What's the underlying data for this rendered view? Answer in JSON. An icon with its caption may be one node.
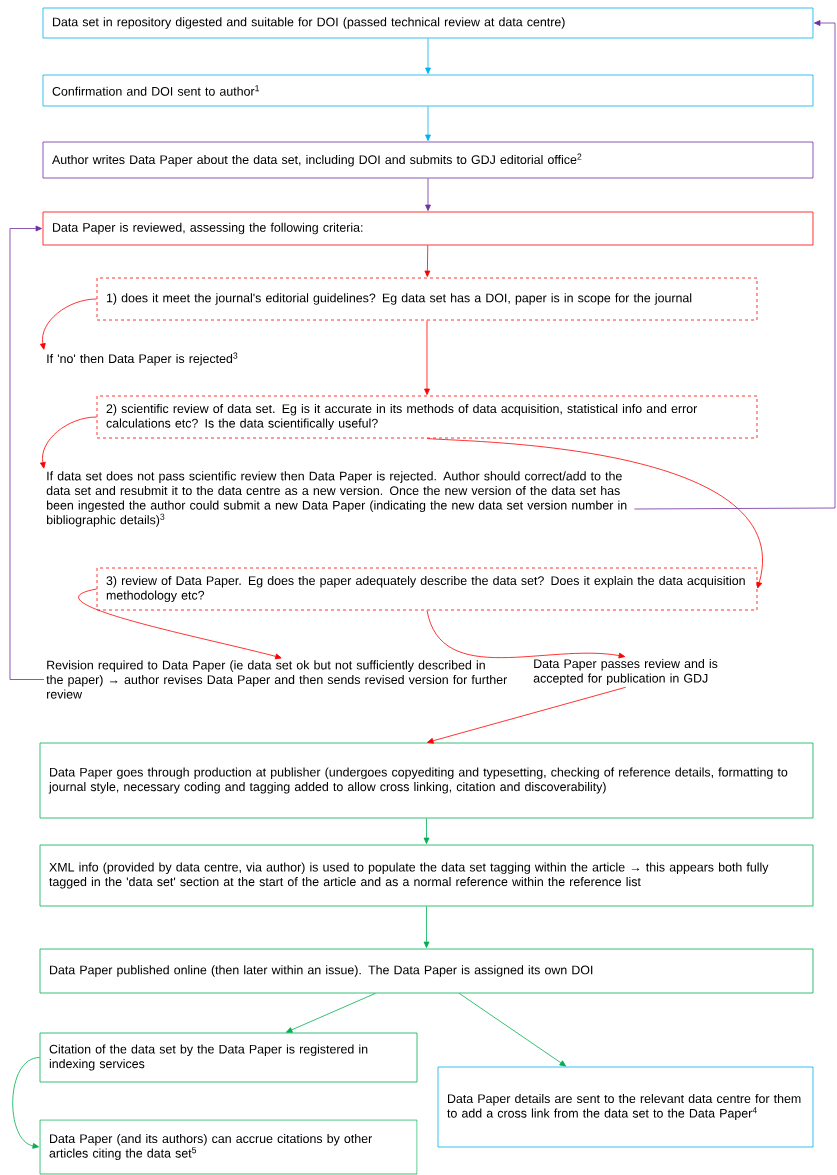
{
  "diagram": {
    "nodes": [
      {
        "text": [
          "Data set in repository digested and suitable for DOI (passed technical review at data centre)"
        ]
      },
      {
        "text": [
          "Confirmation and DOI sent to author$^{1}$"
        ]
      },
      {
        "text": [
          "Author writes Data Paper about the data set, including DOI and submits to GDJ editorial office$^{2}$"
        ]
      },
      {
        "text": [
          "Data Paper is reviewed, assessing the following criteria:"
        ]
      },
      {
        "text": [
          "1) does it meet the journal's editorial guidelines? Eg data set has a DOI, paper is in scope for the journal"
        ]
      },
      {
        "text": [
          "If 'no' then Data Paper is rejected$^{3}$"
        ]
      },
      {
        "text": [
          "2) scientific review of data set. Eg is it accurate in its methods of data acquisition, statistical info and error calculations etc? Is the data scientifically useful?"
        ]
      },
      {
        "text": [
          "If data set does not pass scientific review then Data Paper is rejected. Author should correct/add to the data set and resubmit it to the data centre as a new version. Once the new version of the data set has been ingested the author could submit a new Data Paper (indicating the new data set version number in bibliographic details)$^{3}$"
        ]
      },
      {
        "text": [
          "3) review of Data Paper. Eg does the paper adequately describe the data set? Does it explain the data acquisition methodology etc?"
        ]
      },
      {
        "text": [
          "Revision required to Data Paper (ie data set ok but not sufficiently described in the paper) → author revises Data Paper and then sends revised version for further review"
        ]
      },
      {
        "text": [
          "Data Paper passes review and is accepted for publication in GDJ"
        ]
      },
      {
        "text": [
          "Data Paper goes through production at publisher (undergoes copyediting and typesetting, checking of reference details, formatting to journal style, necessary coding and tagging added to allow cross linking, citation and discoverability)"
        ]
      },
      {
        "text": [
          "XML info (provided by data centre, via author) is used to populate the data set tagging within the article → this appears both fully tagged in the 'data set' section at the start of the article and as a normal reference within the reference list"
        ]
      },
      {
        "text": [
          "Data Paper published online (then later within an issue). The Data Paper is assigned its own DOI"
        ]
      },
      {
        "text": [
          "Citation of the data set by the Data Paper is registered in indexing services"
        ]
      },
      {
        "text": [
          "Data Paper details are sent to the relevant data centre for them to add a cross link from the data set to the Data Paper$^{4}$"
        ]
      },
      {
        "text": [
          "Data Paper (and its authors) can accrue citations by other articles citing the data set$^{5}$"
        ]
      }
    ],
    "edges": [
      {
        "from": 0,
        "to": 1,
        "arrow": "to",
        "color": "#00b0f0"
      },
      {
        "from": 1,
        "to": 2,
        "arrow": "to",
        "color": "#00b0f0"
      },
      {
        "from": 2,
        "to": 3,
        "arrow": "to",
        "color": "#7030a0"
      },
      {
        "from": 3,
        "to": 4,
        "arrow": "to"
      },
      {
        "from": 4,
        "to": 5,
        "arrow": "to"
      },
      {
        "from": 4,
        "to": 6,
        "arrow": "to"
      },
      {
        "from": 6,
        "to": 7,
        "arrow": "to"
      },
      {
        "from": 6,
        "to": 8,
        "arrow": "to"
      },
      {
        "from": 7,
        "to": 0,
        "arrow": "to",
        "color": "#7030a0"
      },
      {
        "from": 8,
        "to": 9,
        "arrow": "to"
      },
      {
        "from": 8,
        "to": 10,
        "arrow": "to"
      },
      {
        "from": 9,
        "to": 3,
        "arrow": "to",
        "color": "#7030a0"
      },
      {
        "from": 10,
        "to": 11,
        "arrow": "to"
      },
      {
        "from": 11,
        "to": 12,
        "arrow": "to",
        "color": "#00b050"
      },
      {
        "from": 12,
        "to": 13,
        "arrow": "to",
        "color": "#00b050"
      },
      {
        "from": 13,
        "to": 14,
        "arrow": "to",
        "color": "#00b050"
      },
      {
        "from": 13,
        "to": 15,
        "arrow": "to",
        "color": "#00b050"
      },
      {
        "from": 14,
        "to": 16,
        "arrow": "to",
        "color": "#00b050"
      }
    ]
  }
}
